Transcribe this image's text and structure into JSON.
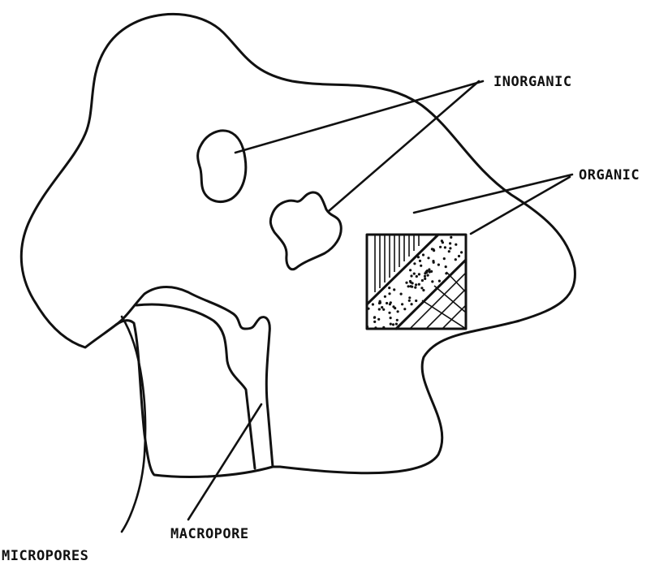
{
  "labels": {
    "inorganic": "INORGANIC",
    "organic": "ORGANIC",
    "macropore": "MACROPORE",
    "micropores": "MICROPORES"
  }
}
